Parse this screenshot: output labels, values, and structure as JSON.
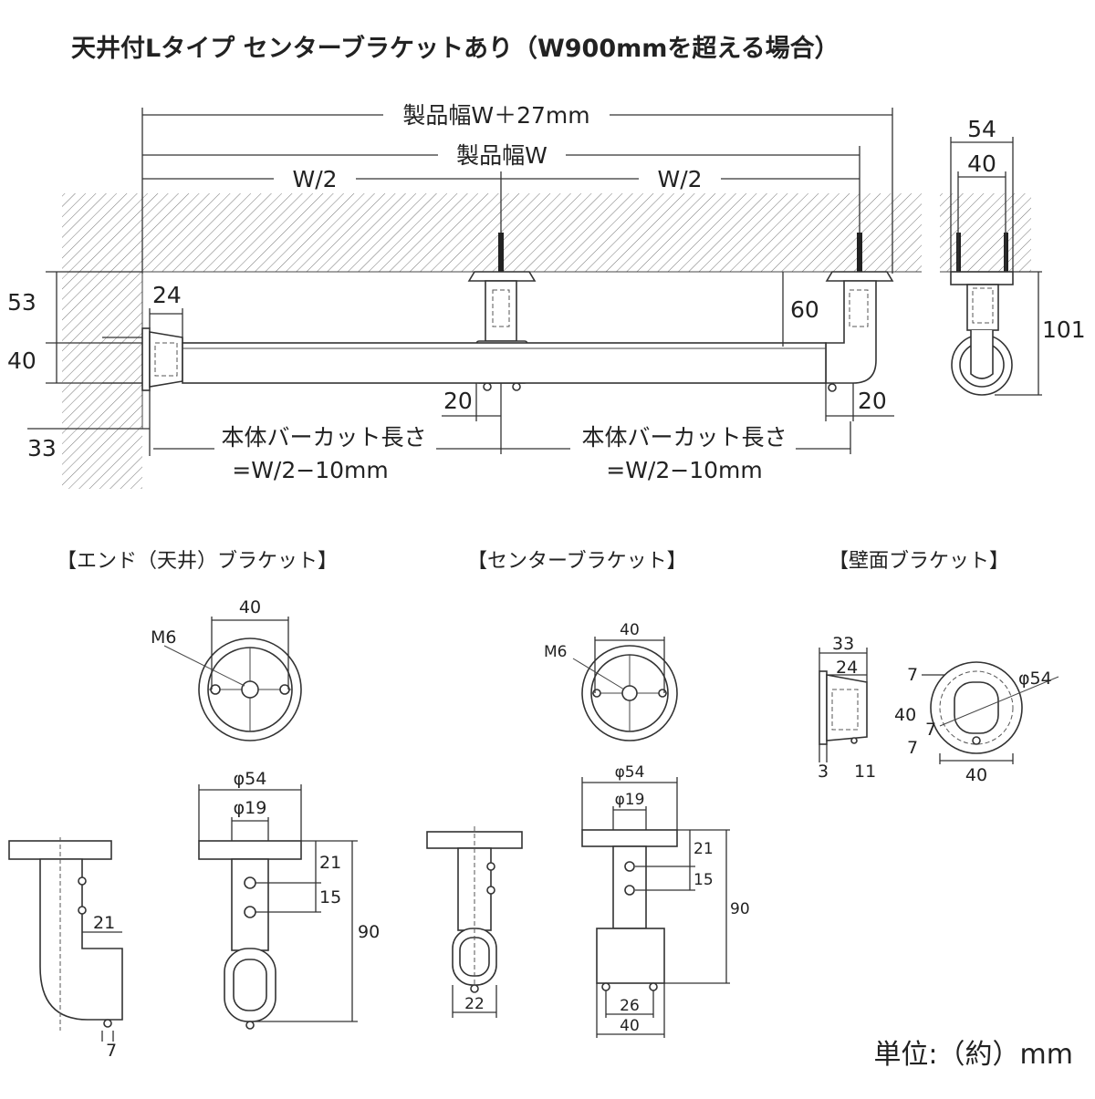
{
  "title": "天井付Lタイプ センターブラケットあり（W900mmを超える場合）",
  "top": {
    "total_width": "製品幅W＋27mm",
    "width": "製品幅W",
    "half_left": "W/2",
    "half_right": "W/2",
    "dim_53": "53",
    "dim_40": "40",
    "dim_24": "24",
    "dim_33": "33",
    "dim_60": "60",
    "dim_20_left": "20",
    "dim_20_right": "20",
    "cut_length_left": "本体バーカット長さ",
    "cut_formula_left": "=W/2−10mm",
    "cut_length_right": "本体バーカット長さ",
    "cut_formula_right": "=W/2−10mm",
    "side_54": "54",
    "side_40": "40",
    "side_101": "101"
  },
  "sections": {
    "end": "【エンド（天井）ブラケット】",
    "center": "【センターブラケット】",
    "wall": "【壁面ブラケット】"
  },
  "end_bracket": {
    "top_40": "40",
    "m6": "M6",
    "phi54": "φ54",
    "phi19": "φ19",
    "d21": "21",
    "d15": "15",
    "d90": "90",
    "side_21": "21",
    "side_7": "7"
  },
  "center_bracket": {
    "top_40": "40",
    "m6": "M6",
    "phi54": "φ54",
    "phi19": "φ19",
    "d21": "21",
    "d15": "15",
    "d90": "90",
    "d22": "22",
    "d26": "26",
    "d40": "40"
  },
  "wall_bracket": {
    "d33": "33",
    "d24": "24",
    "d3": "3",
    "d11": "11",
    "d7a": "7",
    "d40": "40",
    "d7b": "7",
    "d7c": "7",
    "d40b": "40",
    "phi54": "φ54"
  },
  "unit_label": "単位:（約）mm"
}
